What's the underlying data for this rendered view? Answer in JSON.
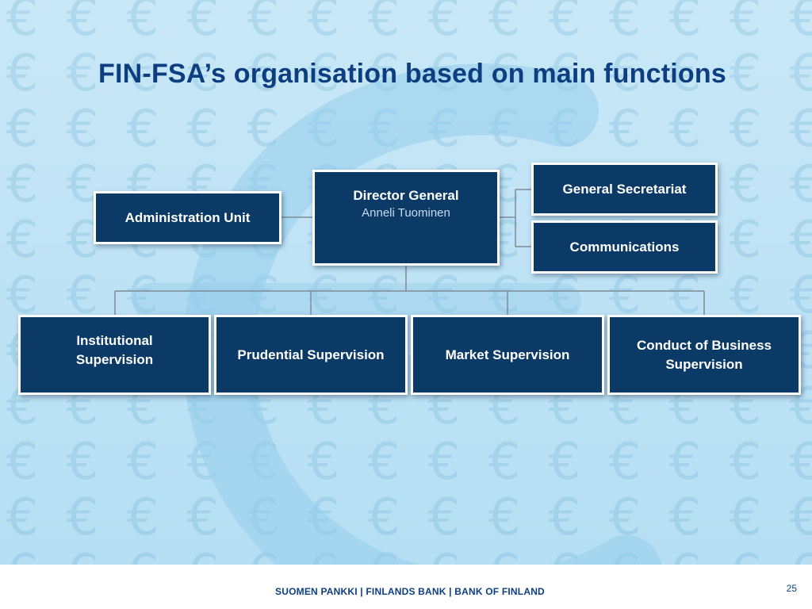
{
  "slide": {
    "title": "FIN-FSA’s organisation based on main functions",
    "background_glyph": "€",
    "colors": {
      "box_fill": "#0b3a67",
      "title": "#0d3f80",
      "background": "#c9e8f7"
    }
  },
  "org": {
    "director": {
      "label": "Director General",
      "name": "Anneli Tuominen"
    },
    "administration": {
      "label": "Administration Unit"
    },
    "secretariat": {
      "label": "General Secretariat"
    },
    "communications": {
      "label": "Communications"
    },
    "departments": [
      {
        "label": "Institutional Supervision"
      },
      {
        "label": "Prudential Supervision"
      },
      {
        "label": "Market Supervision"
      },
      {
        "label": "Conduct of Business Supervision"
      }
    ]
  },
  "footer": {
    "text": "SUOMEN PANKKI | FINLANDS BANK | BANK OF FINLAND",
    "page_number": "25"
  }
}
